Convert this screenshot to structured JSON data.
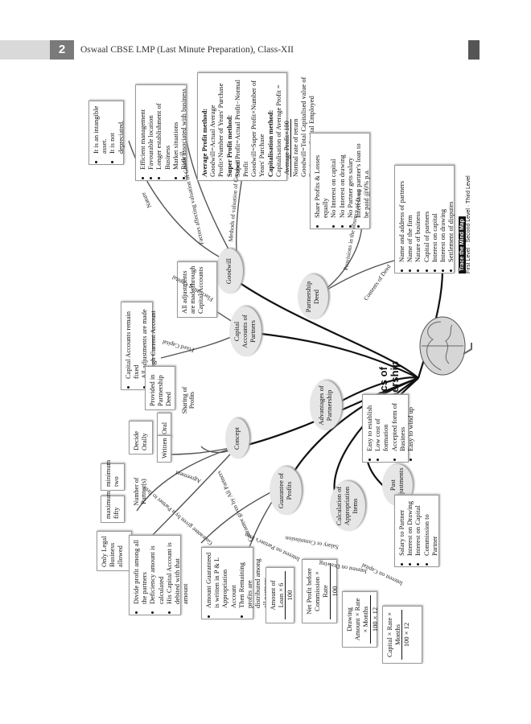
{
  "header": {
    "page_number": "2",
    "title": "Oswaal CBSE LMP (Last Minute Preparation), Class-XII"
  },
  "center": {
    "line1": "Basics of",
    "line2": "Partnership"
  },
  "goodwill": {
    "node": "Goodwill",
    "nature_label": "Nature",
    "nature": [
      "It is an intangible asset.",
      "It is not depreciated."
    ],
    "factors_label": "Factors affecting valuation of Goodwill",
    "factors": [
      "Efficient management",
      "Favourable location",
      "Longer establishment of Business",
      "Market situations",
      "Risk associated with business"
    ],
    "methods_label": "Methods of valuation of Goodwill",
    "methods": {
      "avg_head": "Average Profit method:",
      "avg_text": "Goodwill=Actual Average Profit×Number of Years' Purchase",
      "super_head": "Super Profit method:",
      "super_text1": "Super Profit=Actual Profit−Normal Profit",
      "super_text2": "Goodwill=Super Profit×Number of Years' Purchase",
      "cap_head": "Capitalisation method:",
      "cap_text1": "Capitalisation of Average Profit",
      "cap_frac_top": "Average Profit×100",
      "cap_frac_bottom": "Normal rate of return",
      "cap_text2": "Goodwill=Total Capitalised value of Business − Capital Employed"
    }
  },
  "deed": {
    "node": "Partnership Deed",
    "absence_label": "Provisions in the absence of Deed",
    "absence": [
      "Share Profits & Losses equally",
      "No Interest on capital",
      "No Interest on drawing",
      "No Partner gets salary",
      "Interest on partner's loan to be paid @6% p.a."
    ],
    "contents_label": "Contents of Deed",
    "contents": [
      "Name and address of partners",
      "Name of the firm",
      "Nature of business",
      "Capital of partners",
      "Interest on capital",
      "Interest on drawing",
      "Settlement of disputes"
    ]
  },
  "mind_map_legend": {
    "title": "Trace the Mind Map",
    "first": "First Level",
    "second": "Second Level",
    "third": "Third Level"
  },
  "capital": {
    "node": "Capital Accounts of Partners",
    "fluctuating_label": "Fluctuating Capital",
    "fluctuating": "All adjustments are made through Capital Accounts",
    "fixed_label": "Fixed Capital",
    "fixed": [
      "Capital Accounts remain fixed",
      "All adjustments are made through Current Account"
    ]
  },
  "advantages": {
    "node": "Advantages of Partnership",
    "items": [
      "Easy to establish",
      "Low cost of formation",
      "Accepted form of Business",
      "Easy to wind up"
    ]
  },
  "concept": {
    "node": "Concept",
    "sharing": "Sharing of Profits",
    "sharing_box": "Provided in Partnership Deed",
    "agreement": "Agreement",
    "written": "Written",
    "oral": "Oral",
    "orally": "Decide Orally",
    "number": "Number of Partner(s)",
    "minimum": "minimum two",
    "maximum": "maximum fifty",
    "legal": "Only Legal Business allowed"
  },
  "past": {
    "node": "Past Adjustments",
    "items": [
      "Salary to Partner",
      "Interest on Drawing",
      "Interest on Capital",
      "Commission to Partner"
    ]
  },
  "guarantee": {
    "node": "Guarantee of Profits",
    "by_partner_label": "Guarantee given by a Partner to firm",
    "by_partner": [
      "Divide profit among all the partners",
      "Deficiency amount is calculated",
      "His Capital Account is debited with that amount"
    ],
    "by_all_label": "Guarantee given by All Partners",
    "by_all": [
      "Amount Guaranteed is written in P & L Appropriation Account",
      "Then Remaining profits are distributed among all partners"
    ]
  },
  "appropriation": {
    "node": "Calculation of Appropriation Items",
    "loan_label": "Interest on Partner's loan",
    "loan_top": "Amount of Loan × 6",
    "loan_bottom": "100",
    "salary_label": "Salary or Commission",
    "salary_top": "Net Profit before Commission × Rate",
    "salary_bottom": "100",
    "drawing_label": "Interest on Drawing",
    "drawing_top": "Drawing Amount × Rate × Months",
    "drawing_bottom": "100 × 12",
    "capital_label": "Interest on Capital",
    "capital_top": "Capital × Rate × Months",
    "capital_bottom": "100 × 12"
  }
}
